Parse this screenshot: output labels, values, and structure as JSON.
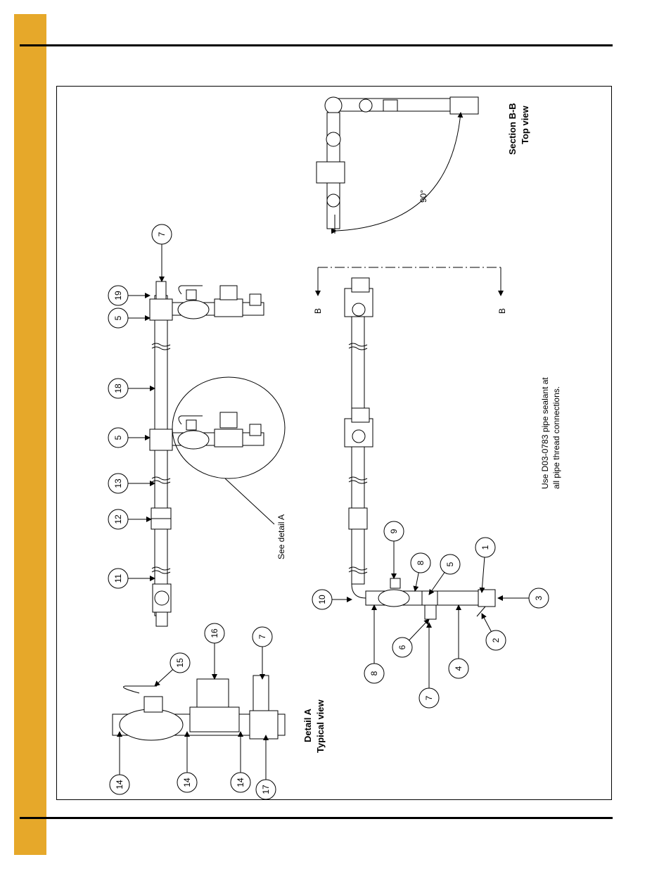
{
  "colors": {
    "accent_tab": "#e6a82a",
    "rule": "#000000",
    "pipe_fill": "#ffffff"
  },
  "titles": {
    "section_bb_line1": "Section B-B",
    "section_bb_line2": "Top view",
    "detail_a_line1": "Detail A",
    "detail_a_line2": "Typical view"
  },
  "notes": {
    "sealant_line1": "Use D03-0783 pipe sealant at",
    "sealant_line2": "all pipe thread connections.",
    "see_detail": "See detail A",
    "angle": "90°",
    "section_mark_left": "B",
    "section_mark_right": "B"
  },
  "callouts": [
    "7",
    "19",
    "5",
    "18",
    "5",
    "13",
    "12",
    "11",
    "16",
    "15",
    "7",
    "10",
    "9",
    "8",
    "5",
    "1",
    "3",
    "2",
    "6",
    "8",
    "7",
    "4",
    "14",
    "14",
    "14",
    "17"
  ]
}
